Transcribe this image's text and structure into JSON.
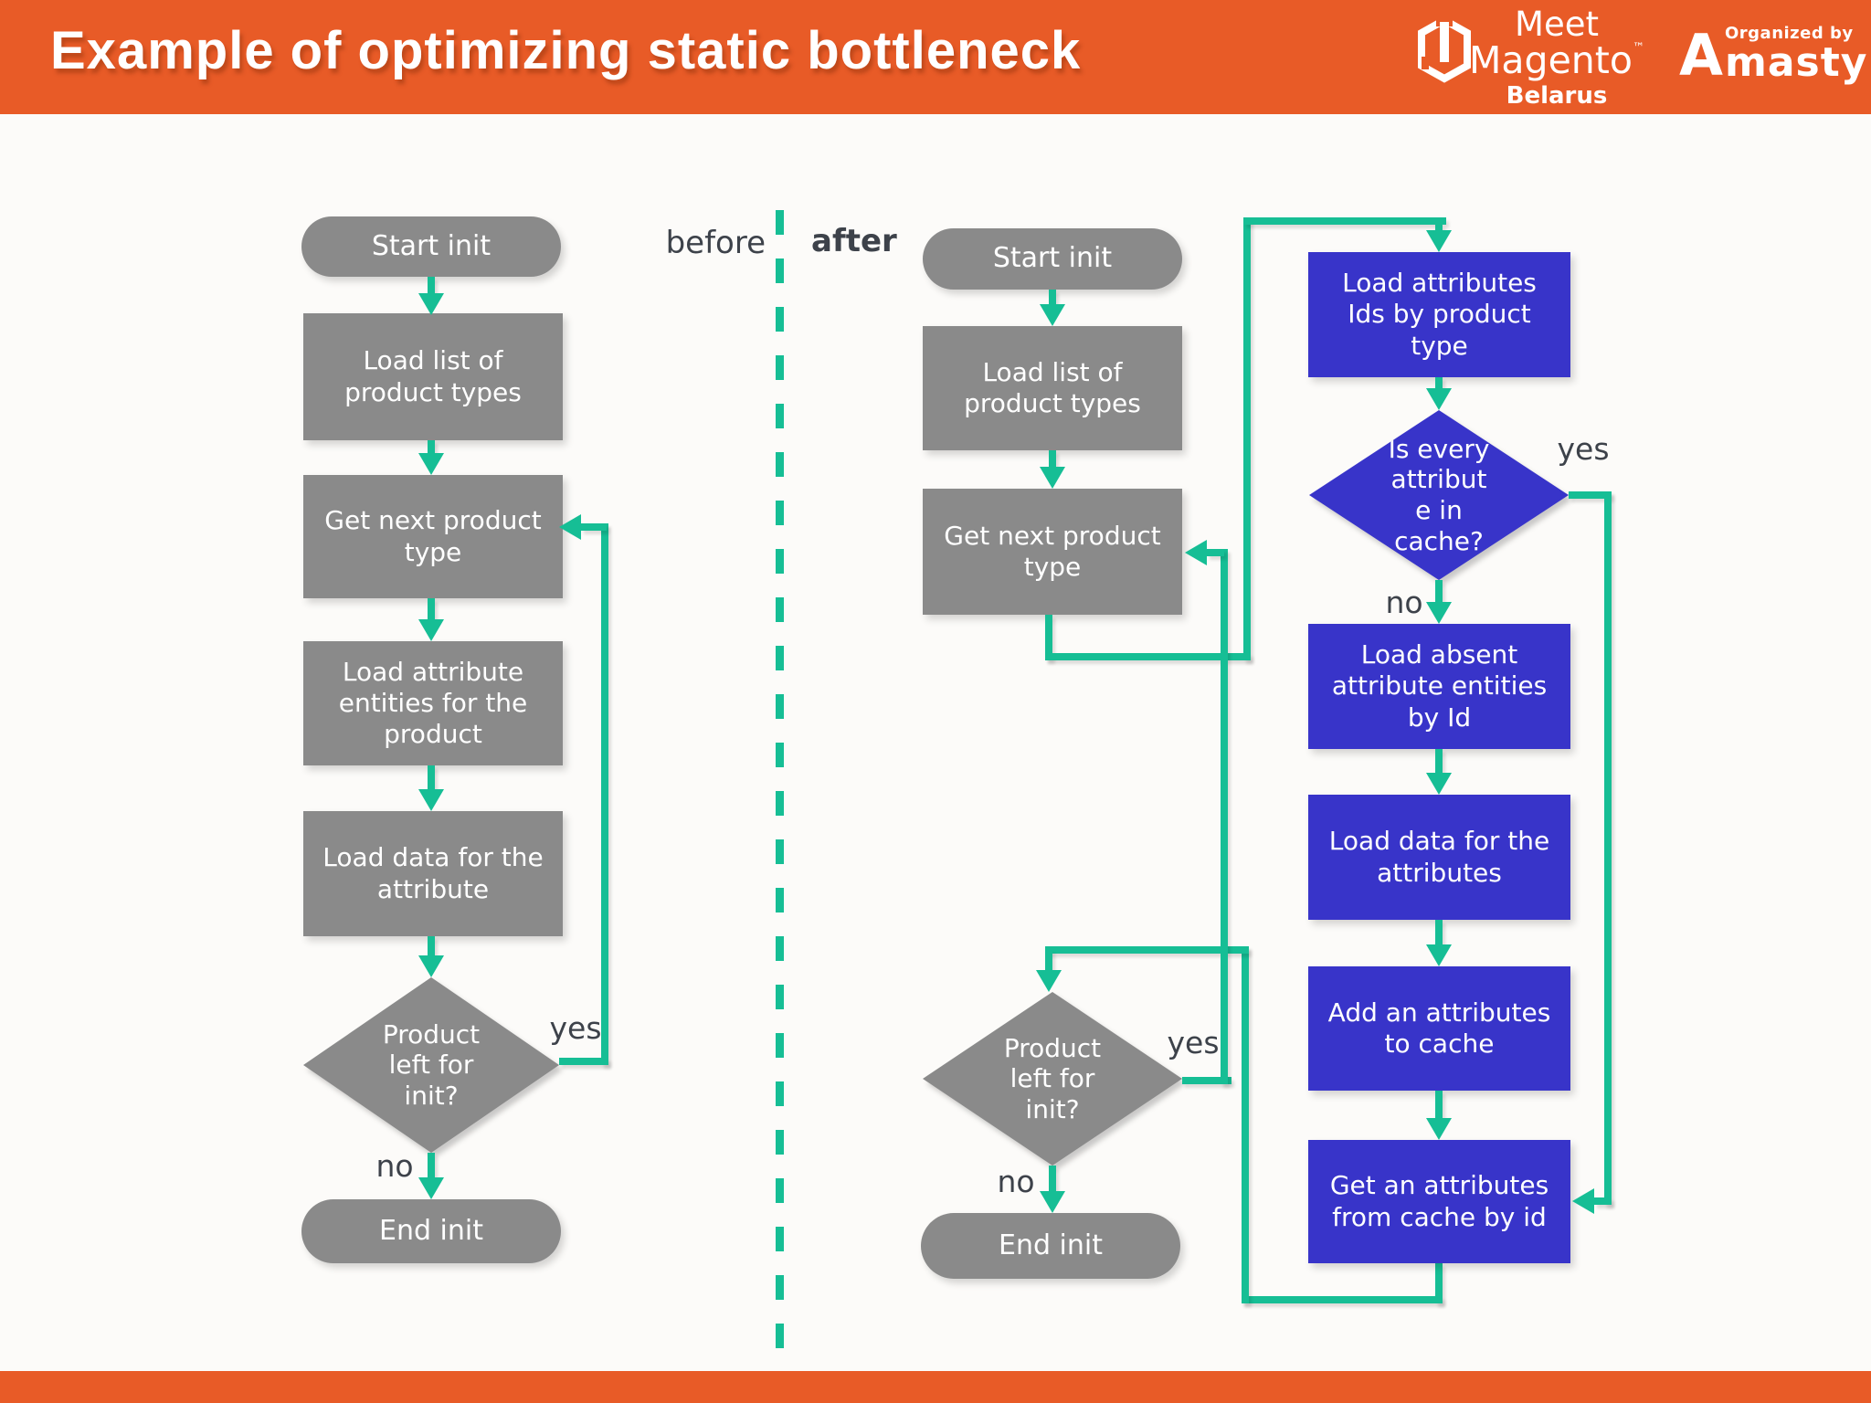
{
  "header": {
    "title": "Example of optimizing static bottleneck",
    "magento": {
      "line1": "Meet",
      "line2": "Magento",
      "tm": "™",
      "line3": "Belarus"
    },
    "amasty": {
      "a": "A",
      "organized_by": "Organized by",
      "name": "masty"
    }
  },
  "divider": {
    "before_label": "before",
    "after_label": "after"
  },
  "before_chart": {
    "start": "Start init",
    "steps": [
      "Load list of product types",
      "Get next product type",
      "Load attribute entities for the product",
      "Load data for the attribute"
    ],
    "decision_lines": [
      "Product",
      "left for",
      "init?"
    ],
    "yes_label": "yes",
    "no_label": "no",
    "end": "End init"
  },
  "after_chart": {
    "start": "Start init",
    "steps": [
      "Load list of product types",
      "Get next product type"
    ],
    "decision_lines": [
      "Product",
      "left for",
      "init?"
    ],
    "yes_label": "yes",
    "no_label": "no",
    "end": "End init",
    "cache_branch": {
      "steps": [
        "Load attributes Ids by product type",
        "Load absent attribute entities by Id",
        "Load data for the attributes",
        "Add an attributes to cache",
        "Get an attributes from cache by id"
      ],
      "decision_lines": [
        "Is every",
        "attribut",
        "e in",
        "cache?"
      ],
      "yes_label": "yes",
      "no_label": "no"
    }
  },
  "colors": {
    "orange": "#E85B27",
    "teal": "#16BE95",
    "blue": "#3834C9",
    "gray": "#8A8A8A"
  }
}
